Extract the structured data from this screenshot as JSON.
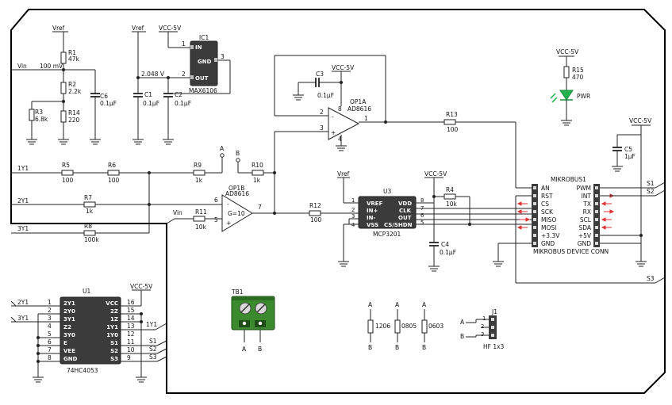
{
  "nets": {
    "vref": "Vref",
    "vcc": "VCC-5V",
    "vin": "Vin",
    "ch1": "1Y1",
    "ch2": "2Y1",
    "ch3": "3Y1",
    "a": "A",
    "b": "B",
    "s1": "S1",
    "s2": "S2",
    "s3": "S3"
  },
  "resistors": {
    "r1": {
      "name": "R1",
      "value": "47k"
    },
    "r2": {
      "name": "R2",
      "value": "2.2k"
    },
    "r3": {
      "name": "R3",
      "value": "6.8k"
    },
    "r14": {
      "name": "R14",
      "value": "220"
    },
    "r5": {
      "name": "R5",
      "value": "100"
    },
    "r6": {
      "name": "R6",
      "value": "100"
    },
    "r7": {
      "name": "R7",
      "value": "1k"
    },
    "r8": {
      "name": "R8",
      "value": "100k"
    },
    "r9": {
      "name": "R9",
      "value": "1k"
    },
    "r10": {
      "name": "R10",
      "value": "1k"
    },
    "r11": {
      "name": "R11",
      "value": "10k"
    },
    "r12": {
      "name": "R12",
      "value": "100"
    },
    "r13": {
      "name": "R13",
      "value": "100"
    },
    "r4": {
      "name": "R4",
      "value": "10k"
    },
    "r15": {
      "name": "R15",
      "value": "470"
    }
  },
  "capacitors": {
    "c1": {
      "name": "C1",
      "value": "0.1µF"
    },
    "c2": {
      "name": "C2",
      "value": "0.1µF"
    },
    "c3": {
      "name": "C3",
      "value": "0.1µF"
    },
    "c4": {
      "name": "C4",
      "value": "0.1µF"
    },
    "c5": {
      "name": "C5",
      "value": "1µF"
    },
    "c6": {
      "name": "C6",
      "value": "0.1µF"
    }
  },
  "labels": {
    "vin_mv": "100 mV",
    "ref_v": "2.048 V",
    "ic1_name": "IC1",
    "ic1_part": "MAX6106",
    "ic1_in": "IN",
    "ic1_gnd": "GND",
    "ic1_out": "OUT",
    "op1a_name": "OP1A",
    "op1a_part": "AD8616",
    "op1b_name": "OP1B",
    "op1b_part": "AD8616",
    "gain": "G=10",
    "u3_name": "U3",
    "u3_part": "MCP3201",
    "u1_name": "U1",
    "u1_part": "74HC4053",
    "mb_title": "MIKROBUS1",
    "mb_footer": "MIKROBUS DEVICE CONN",
    "pwr": "PWR",
    "tb1": "TB1",
    "j1": "J1",
    "hf": "HF 1x3",
    "size_1206": "1206",
    "size_0805": "0805",
    "size_0603": "0603"
  },
  "u3_pins_left": [
    "VREF",
    "IN+",
    "IN-",
    "VSS"
  ],
  "u3_pins_right": [
    "VDD",
    "CLK",
    "OUT",
    "CS/SHDN"
  ],
  "mb_left": [
    "AN",
    "RST",
    "CS",
    "SCK",
    "MISO",
    "MOSI",
    "+3.3V",
    "GND"
  ],
  "mb_right": [
    "PWM",
    "INT",
    "TX",
    "RX",
    "SCL",
    "SDA",
    "+5V",
    "GND"
  ],
  "u1_left": [
    "2Y1",
    "2Y0",
    "3Y1",
    "Z2",
    "3Y0",
    "E",
    "VEE",
    "GND"
  ],
  "u1_right": [
    "VCC",
    "2Z",
    "1Z",
    "1Y1",
    "1Y0",
    "S1",
    "S2",
    "S3"
  ],
  "u1_nums_left": [
    "1",
    "2",
    "3",
    "4",
    "5",
    "6",
    "7",
    "8"
  ],
  "u1_nums_right": [
    "16",
    "15",
    "14",
    "13",
    "12",
    "11",
    "10",
    "9"
  ],
  "u3_nums_left": [
    "1",
    "2",
    "3",
    "4"
  ],
  "u3_nums_right": [
    "8",
    "7",
    "6",
    "5"
  ],
  "pin_nums": {
    "ic1_1": "1",
    "ic1_2": "2",
    "ic1_3": "3",
    "op1a_8": "8",
    "op1a_2": "2",
    "op1a_3": "3",
    "op1a_1": "1",
    "op1a_4": "4",
    "op1b_6": "6",
    "op1b_5": "5",
    "op1b_7": "7",
    "j1_1": "1",
    "j1_2": "2",
    "j1_3": "3"
  },
  "colors": {
    "chip": "#3b3b3b",
    "led": "#22b14c",
    "arrow": "#e03030",
    "terminal": "#3c8a2e"
  }
}
